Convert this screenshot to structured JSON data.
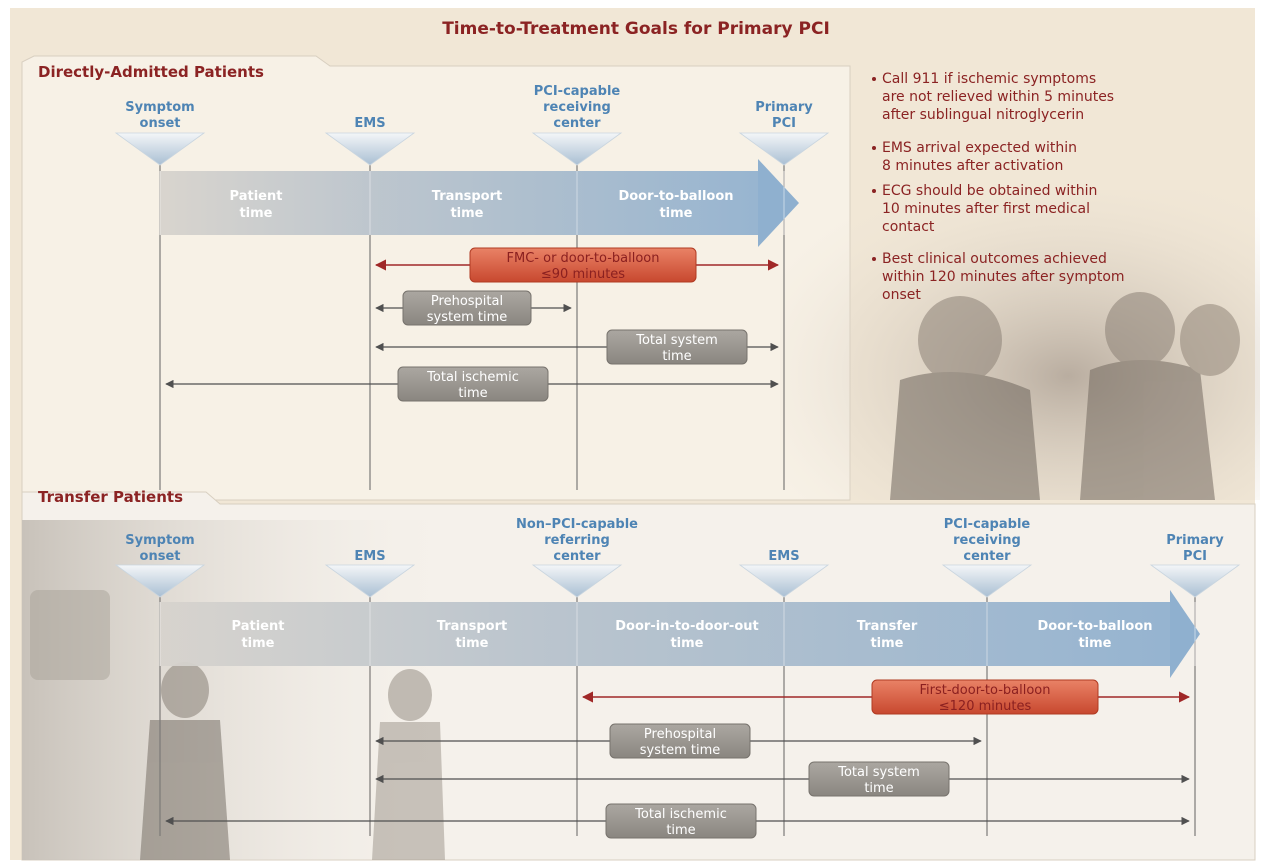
{
  "title": "Time-to-Treatment Goals for Primary PCI",
  "direct": {
    "section_label": "Directly-Admitted Patients",
    "milestones": [
      {
        "lines": [
          "Symptom",
          "onset"
        ]
      },
      {
        "lines": [
          "EMS"
        ]
      },
      {
        "lines": [
          "PCI-capable",
          "receiving",
          "center"
        ]
      },
      {
        "lines": [
          "Primary",
          "PCI"
        ]
      }
    ],
    "phases": [
      {
        "lines": [
          "Patient",
          "time"
        ]
      },
      {
        "lines": [
          "Transport",
          "time"
        ]
      },
      {
        "lines": [
          "Door-to-balloon",
          "time"
        ]
      }
    ],
    "intervals": [
      {
        "lines": [
          "FMC- or door-to-balloon",
          "≤90 minutes"
        ],
        "highlight": true
      },
      {
        "lines": [
          "Prehospital",
          "system time"
        ],
        "highlight": false
      },
      {
        "lines": [
          "Total system",
          "time"
        ],
        "highlight": false
      },
      {
        "lines": [
          "Total ischemic",
          "time"
        ],
        "highlight": false
      }
    ]
  },
  "transfer": {
    "section_label": "Transfer Patients",
    "milestones": [
      {
        "lines": [
          "Symptom",
          "onset"
        ]
      },
      {
        "lines": [
          "EMS"
        ]
      },
      {
        "lines": [
          "Non–PCI-capable",
          "referring",
          "center"
        ]
      },
      {
        "lines": [
          "EMS"
        ]
      },
      {
        "lines": [
          "PCI-capable",
          "receiving",
          "center"
        ]
      },
      {
        "lines": [
          "Primary",
          "PCI"
        ]
      }
    ],
    "phases": [
      {
        "lines": [
          "Patient",
          "time"
        ]
      },
      {
        "lines": [
          "Transport",
          "time"
        ]
      },
      {
        "lines": [
          "Door-in-to-door-out",
          "time"
        ]
      },
      {
        "lines": [
          "Transfer",
          "time"
        ]
      },
      {
        "lines": [
          "Door-to-balloon",
          "time"
        ]
      }
    ],
    "intervals": [
      {
        "lines": [
          "First-door-to-balloon",
          "≤120 minutes"
        ],
        "highlight": true
      },
      {
        "lines": [
          "Prehospital",
          "system time"
        ],
        "highlight": false
      },
      {
        "lines": [
          "Total system",
          "time"
        ],
        "highlight": false
      },
      {
        "lines": [
          "Total ischemic",
          "time"
        ],
        "highlight": false
      }
    ]
  },
  "notes": [
    {
      "lines": [
        "Call 911 if ischemic symptoms",
        "are not relieved within 5 minutes",
        "after sublingual nitroglycerin"
      ]
    },
    {
      "lines": [
        "EMS arrival expected within",
        "8 minutes after activation"
      ]
    },
    {
      "lines": [
        "ECG should be obtained within",
        "10 minutes after first medical",
        "contact"
      ]
    },
    {
      "lines": [
        "Best clinical outcomes achieved",
        "within 120 minutes after symptom",
        "onset"
      ]
    }
  ],
  "colors": {
    "background": "#f1e7d6",
    "title_red": "#8b2323",
    "milestone_blue": "#4e84b4",
    "band_blue": "#9fb9d1",
    "highlight_box": "#d65a3e",
    "gray_box": "#9a9690",
    "arrow_red": "#a02828",
    "arrow_gray": "#505050"
  }
}
